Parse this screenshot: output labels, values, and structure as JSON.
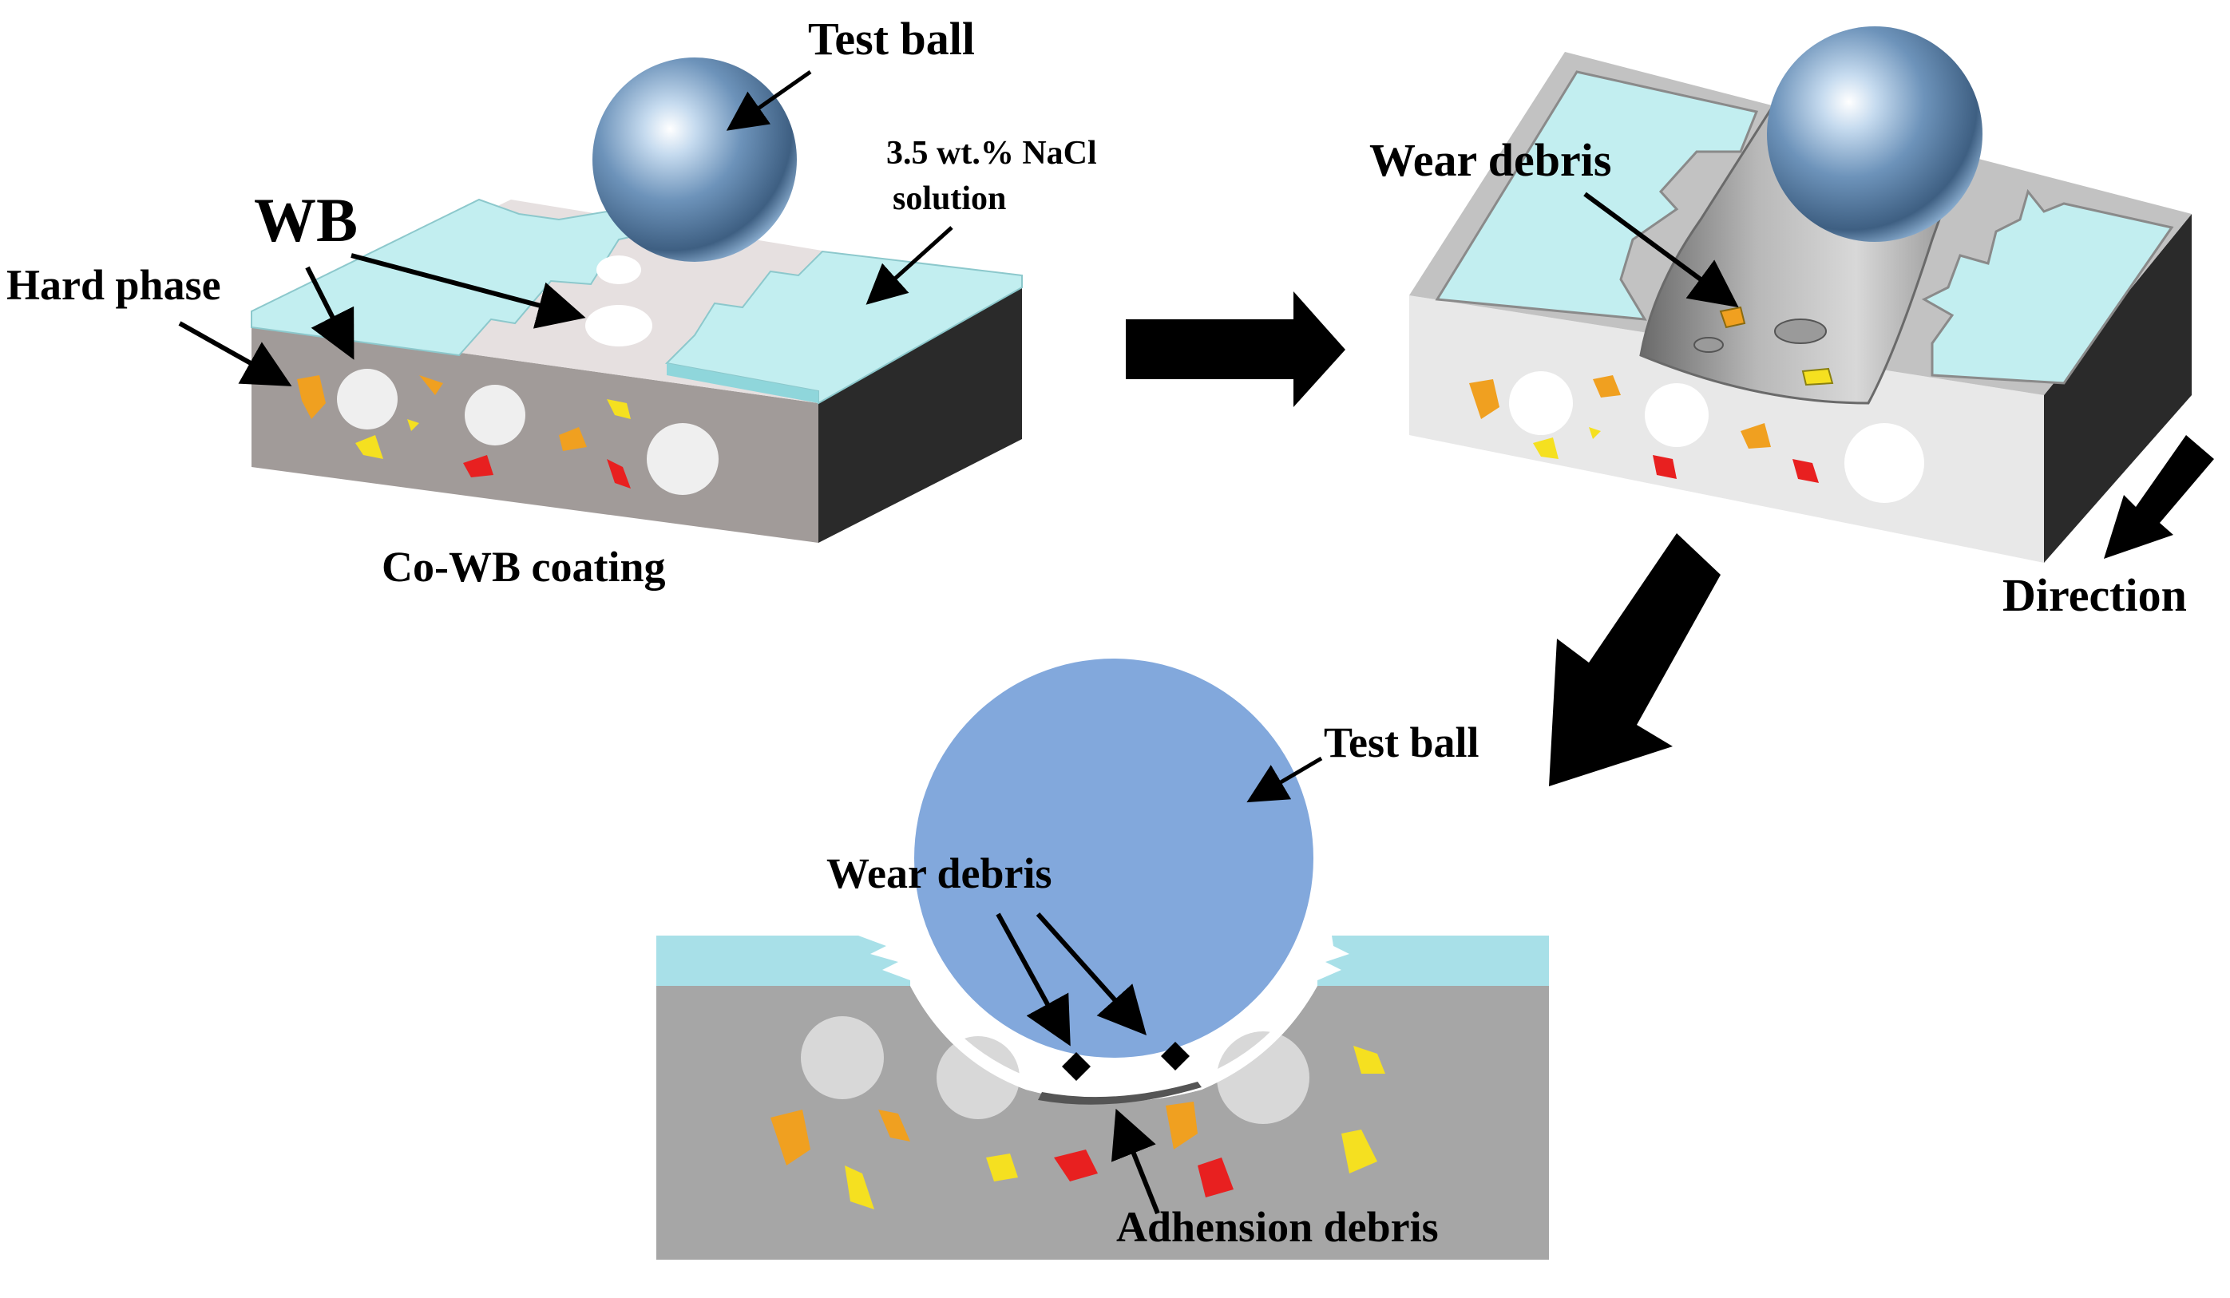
{
  "panel_1": {
    "test_ball_label": "Test ball",
    "solution_label_line1": "3.5 wt.% NaCl",
    "solution_label_line2": "solution",
    "wb_label": "WB",
    "hard_phase_label": "Hard phase",
    "coating_label": "Co-WB coating"
  },
  "panel_2": {
    "wear_debris_label": "Wear debris",
    "direction_label": "Direction"
  },
  "panel_3": {
    "test_ball_label": "Test ball",
    "wear_debris_label": "Wear debris",
    "adhesion_debris_label": "Adhension debris"
  },
  "colors": {
    "coating_front": "#a19b99",
    "coating_side": "#2a2a2a",
    "coating_top": "#e6e0e0",
    "solution": "#c2eef0",
    "wb_particle": "#efefef",
    "hard_phase_orange": "#f0a020",
    "hard_phase_yellow": "#f5e020",
    "hard_phase_red": "#e82020",
    "ball_shaded": "#6f94b8",
    "ball_flat": "#82a8dc",
    "section_gray": "#a6a6a6",
    "section_solution": "#a8e0e8"
  }
}
